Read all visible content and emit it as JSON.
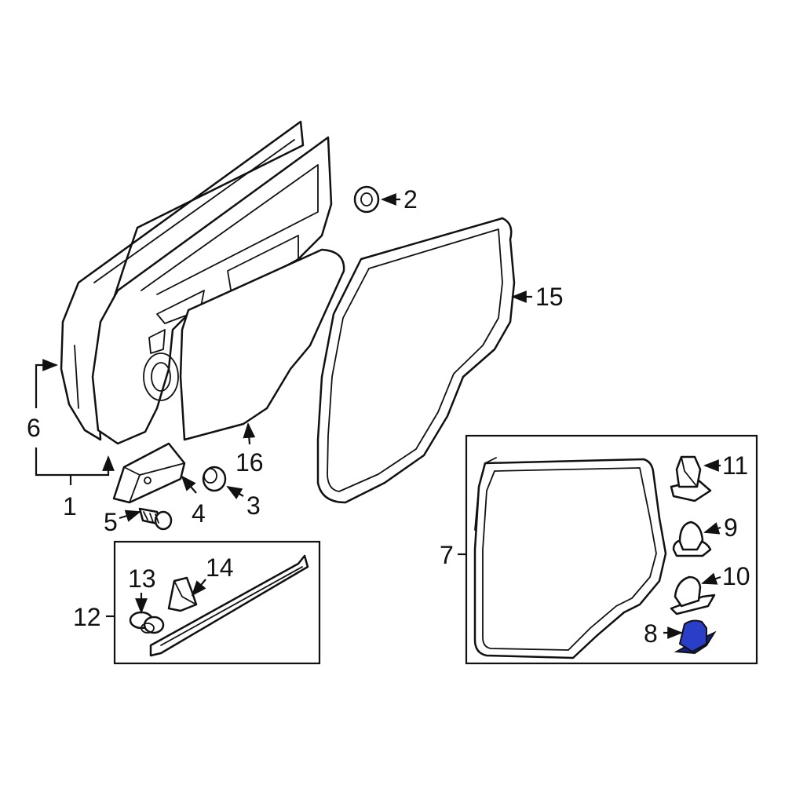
{
  "callouts": {
    "c1": "1",
    "c2": "2",
    "c3": "3",
    "c4": "4",
    "c5": "5",
    "c6": "6",
    "c7": "7",
    "c8": "8",
    "c9": "9",
    "c10": "10",
    "c11": "11",
    "c12": "12",
    "c13": "13",
    "c14": "14",
    "c15": "15",
    "c16": "16"
  },
  "colors": {
    "highlight": "#2a3fc7",
    "highlight_dark": "#14208a",
    "line": "#111111"
  }
}
